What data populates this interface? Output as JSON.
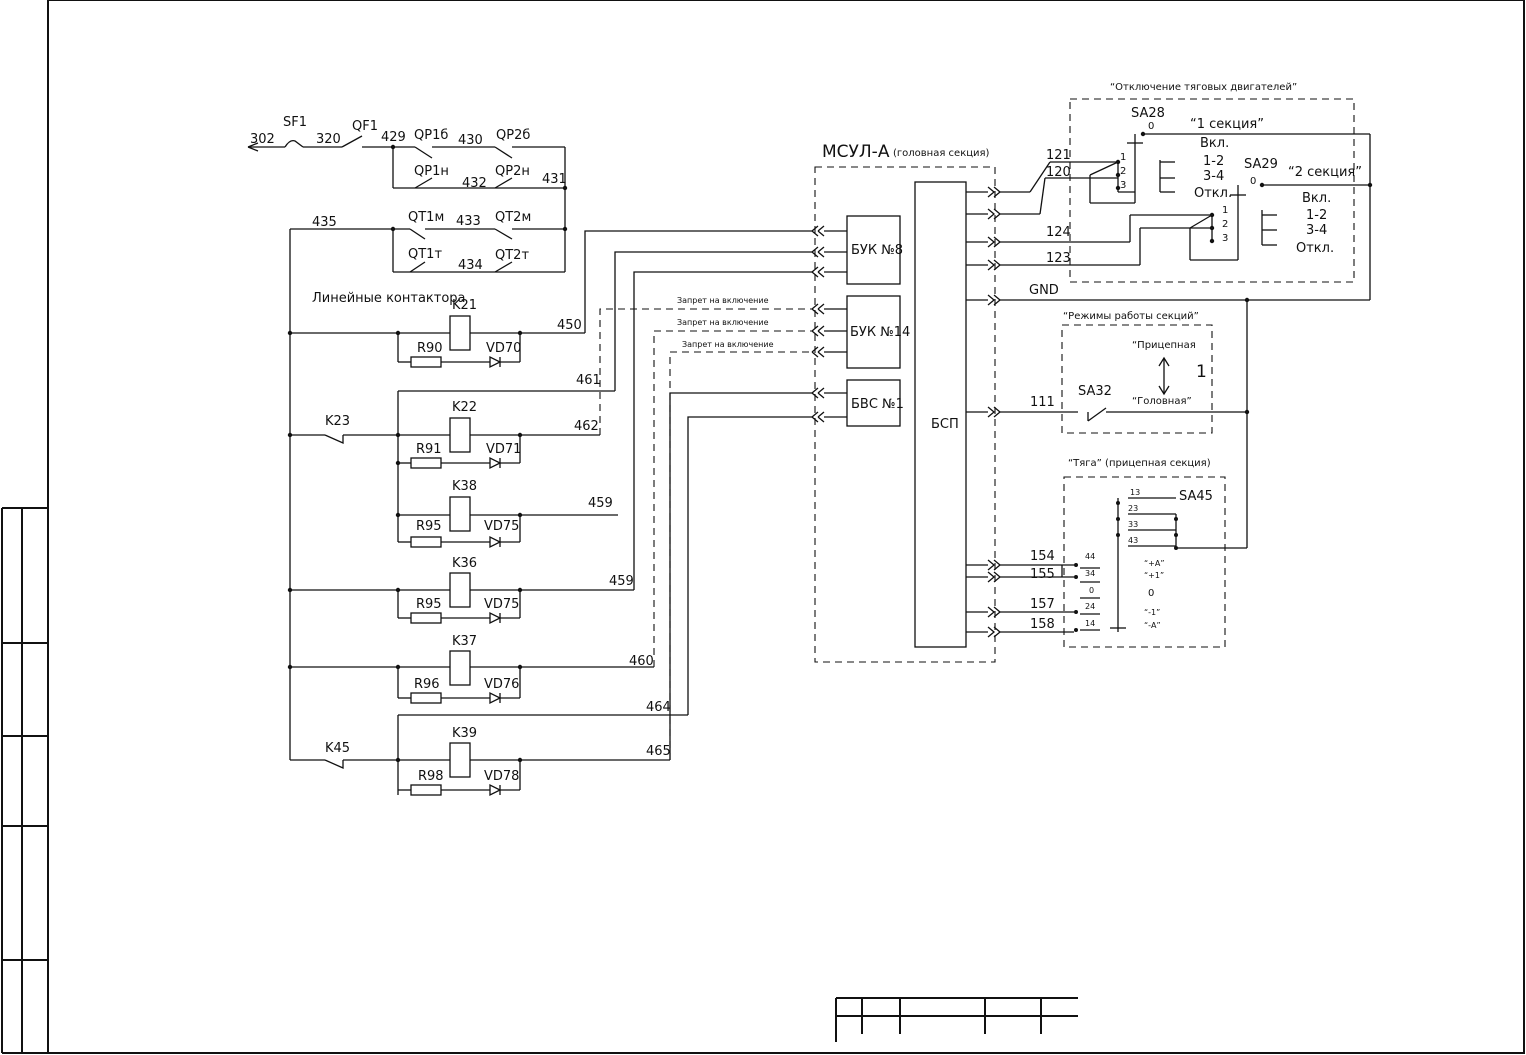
{
  "labels": {
    "sf1": "SF1",
    "qf1": "QF1",
    "w302": "302",
    "w320": "320",
    "w429": "429",
    "w430": "430",
    "w431": "431",
    "w432": "432",
    "w433": "433",
    "w434": "434",
    "w435": "435",
    "qp1b": "QP1б",
    "qp2b": "QP2б",
    "qp1n": "QP1н",
    "qp2n": "QP2н",
    "qt1m": "QT1м",
    "qt2m": "QT2м",
    "qt1t": "QT1т",
    "qt2t": "QT2т",
    "linear": "Линейные контактора",
    "k21": "K21",
    "k22": "K22",
    "k23": "K23",
    "k38": "K38",
    "k36": "K36",
    "k37": "K37",
    "k39": "K39",
    "k45": "K45",
    "r90": "R90",
    "r91": "R91",
    "r95a": "R95",
    "r95b": "R95",
    "r96": "R96",
    "r98": "R98",
    "vd70": "VD70",
    "vd71": "VD71",
    "vd75a": "VD75",
    "vd75b": "VD75",
    "vd76": "VD76",
    "vd78": "VD78",
    "w450": "450",
    "w461": "461",
    "w462": "462",
    "w459a": "459",
    "w459b": "459",
    "w460": "460",
    "w464": "464",
    "w465": "465",
    "ban1": "Запрет на включение",
    "ban2": "Запрет на включение",
    "ban3": "Запрет на включение",
    "msul": "МСУЛ-А",
    "msul_sub": "(головная секция)",
    "buk8": "БУК №8",
    "buk14": "БУК №14",
    "bvs1": "БВС №1",
    "bsp": "БСП",
    "w121": "121",
    "w120": "120",
    "w124": "124",
    "w123": "123",
    "gnd": "GND",
    "w111": "111",
    "w154": "154",
    "w155": "155",
    "w157": "157",
    "w158": "158",
    "tm_title": "“Отключение тяговых двигателей”",
    "sa28": "SA28",
    "sa29": "SA29",
    "sa32": "SA32",
    "sa45": "SA45",
    "sec1": "“1 секция”",
    "sec2": "“2 секция”",
    "zero1": "0",
    "zero2": "0",
    "on1": "Вкл.",
    "on2": "Вкл.",
    "p12a": "1-2",
    "p12b": "1-2",
    "p34a": "3-4",
    "p34b": "3-4",
    "off1": "Откл.",
    "off2": "Откл.",
    "c1a": "1",
    "c2a": "2",
    "c3a": "3",
    "c1b": "1",
    "c2b": "2",
    "c3b": "3",
    "modes_title": "“Режимы работы секций”",
    "trailer": "“Прицепная",
    "head": "“Головная”",
    "one": "1",
    "traction_title": "“Тяга” (прицепная секция)",
    "sa45_13": "13",
    "sa45_23": "23",
    "sa45_33": "33",
    "sa45_43": "43",
    "sa45_44": "44",
    "sa45_34": "34",
    "sa45_0": "0",
    "sa45_24": "24",
    "sa45_14": "14",
    "pos_pa": "“+А”",
    "pos_p1": "“+1”",
    "pos_0": "0",
    "pos_m1": "“-1”",
    "pos_ma": "“-А”"
  }
}
